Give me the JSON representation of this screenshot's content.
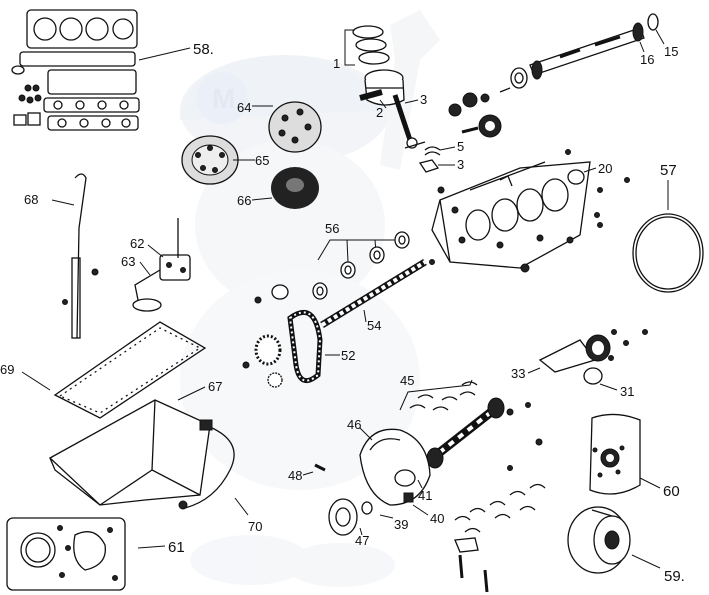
{
  "diagram": {
    "callouts": {
      "c1": "1",
      "c2": "2",
      "c3": "3",
      "c3b": "3",
      "c5": "5",
      "c15": "15",
      "c16": "16",
      "c20": "20",
      "c31": "31",
      "c33": "33",
      "c39": "39",
      "c40": "40",
      "c41": "41",
      "c45": "45",
      "c46": "46",
      "c47": "47",
      "c48": "48",
      "c52": "52",
      "c54": "54",
      "c56": "56",
      "c57": "57",
      "c58": "58.",
      "c59": "59.",
      "c60": "60",
      "c61": "61",
      "c62": "62",
      "c63": "63",
      "c64": "64",
      "c65": "65",
      "c66": "66",
      "c67": "67",
      "c68": "68",
      "c69": "69",
      "c70": "70"
    },
    "watermark": {
      "cap_letter": "M"
    },
    "colors": {
      "ink": "#111111",
      "watermark": "#e8ecf2",
      "watermark_accent": "#dbe4f3"
    }
  }
}
